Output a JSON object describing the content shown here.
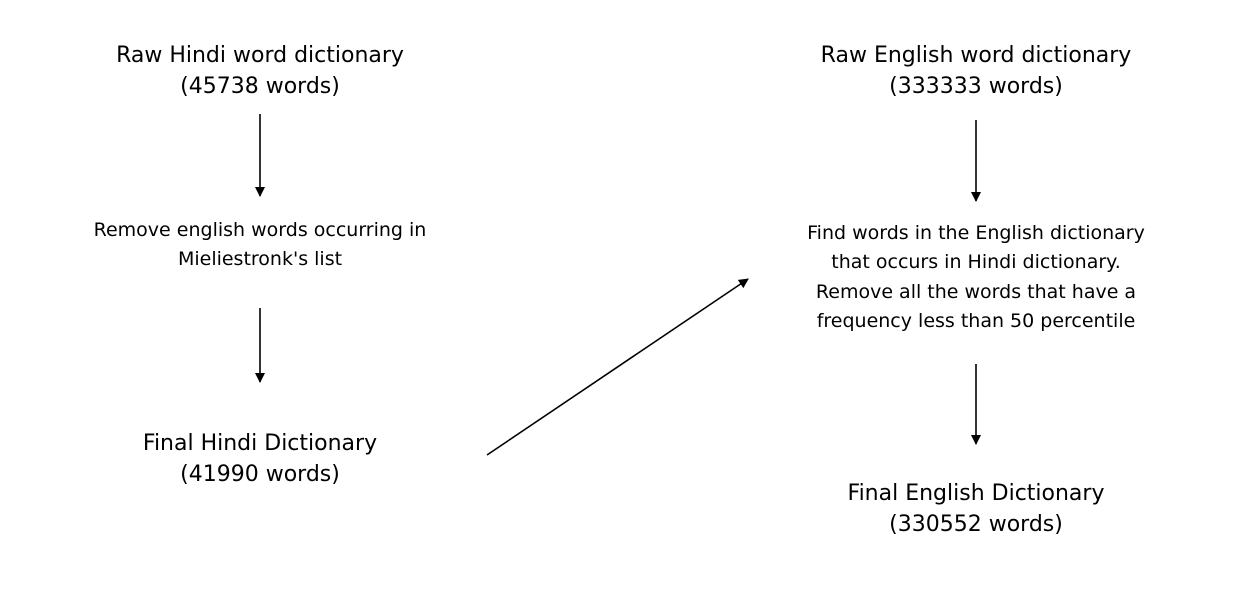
{
  "diagram": {
    "nodes": {
      "raw_hindi": {
        "title": "Raw Hindi word dictionary",
        "count": "(45738 words)"
      },
      "remove_english": {
        "line1": "Remove english words occurring in",
        "line2": "Mieliestronk's list"
      },
      "final_hindi": {
        "title": "Final Hindi Dictionary",
        "count": "(41990 words)"
      },
      "raw_english": {
        "title": "Raw English word dictionary",
        "count": "(333333 words)"
      },
      "find_words": {
        "line1": "Find words in the English dictionary",
        "line2": "that occurs in Hindi dictionary.",
        "line3": "Remove all the words that have a",
        "line4": "frequency less than 50 percentile"
      },
      "final_english": {
        "title": "Final English Dictionary",
        "count": "(330552 words)"
      }
    },
    "edges": [
      {
        "from": "raw_hindi",
        "to": "remove_english"
      },
      {
        "from": "remove_english",
        "to": "final_hindi"
      },
      {
        "from": "final_hindi",
        "to": "find_words"
      },
      {
        "from": "raw_english",
        "to": "find_words"
      },
      {
        "from": "find_words",
        "to": "final_english"
      }
    ],
    "colors": {
      "text": "#000000",
      "arrow": "#000000",
      "background": "#ffffff"
    }
  }
}
